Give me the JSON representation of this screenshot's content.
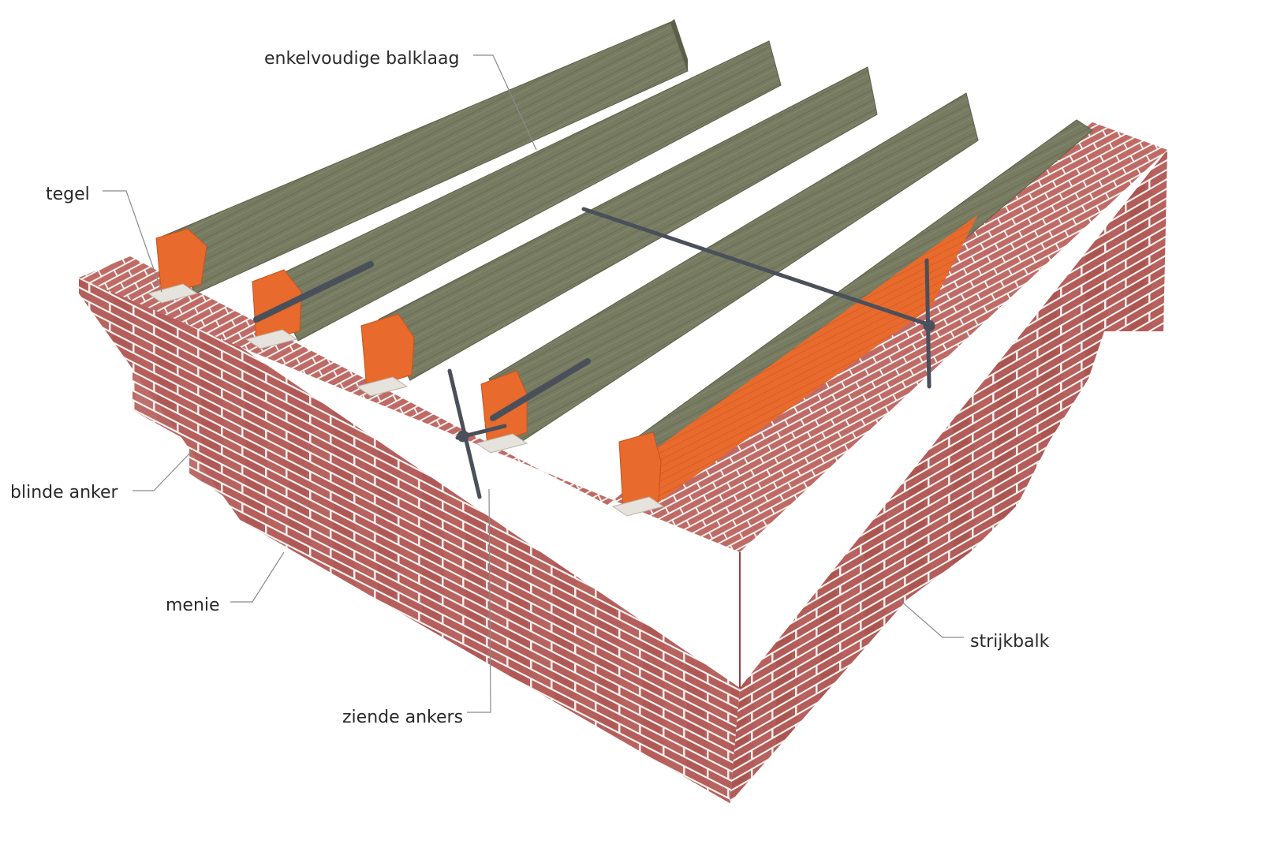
{
  "labels": {
    "balklaag": "enkelvoudige balklaag",
    "tegel": "tegel",
    "blinde_anker": "blinde anker",
    "menie": "menie",
    "ziende_ankers": "ziende ankers",
    "strijkbalk": "strijkbalk"
  },
  "colors": {
    "brick": "#b55e5b",
    "brick_dark": "#8f4240",
    "mortar": "#f3f1ee",
    "wood": "#767a60",
    "wood_dark": "#5c5f48",
    "menie": "#e86a2d",
    "menie_dark": "#c8521d",
    "anchor": "#4a505a",
    "leader": "#8a8a8a"
  }
}
